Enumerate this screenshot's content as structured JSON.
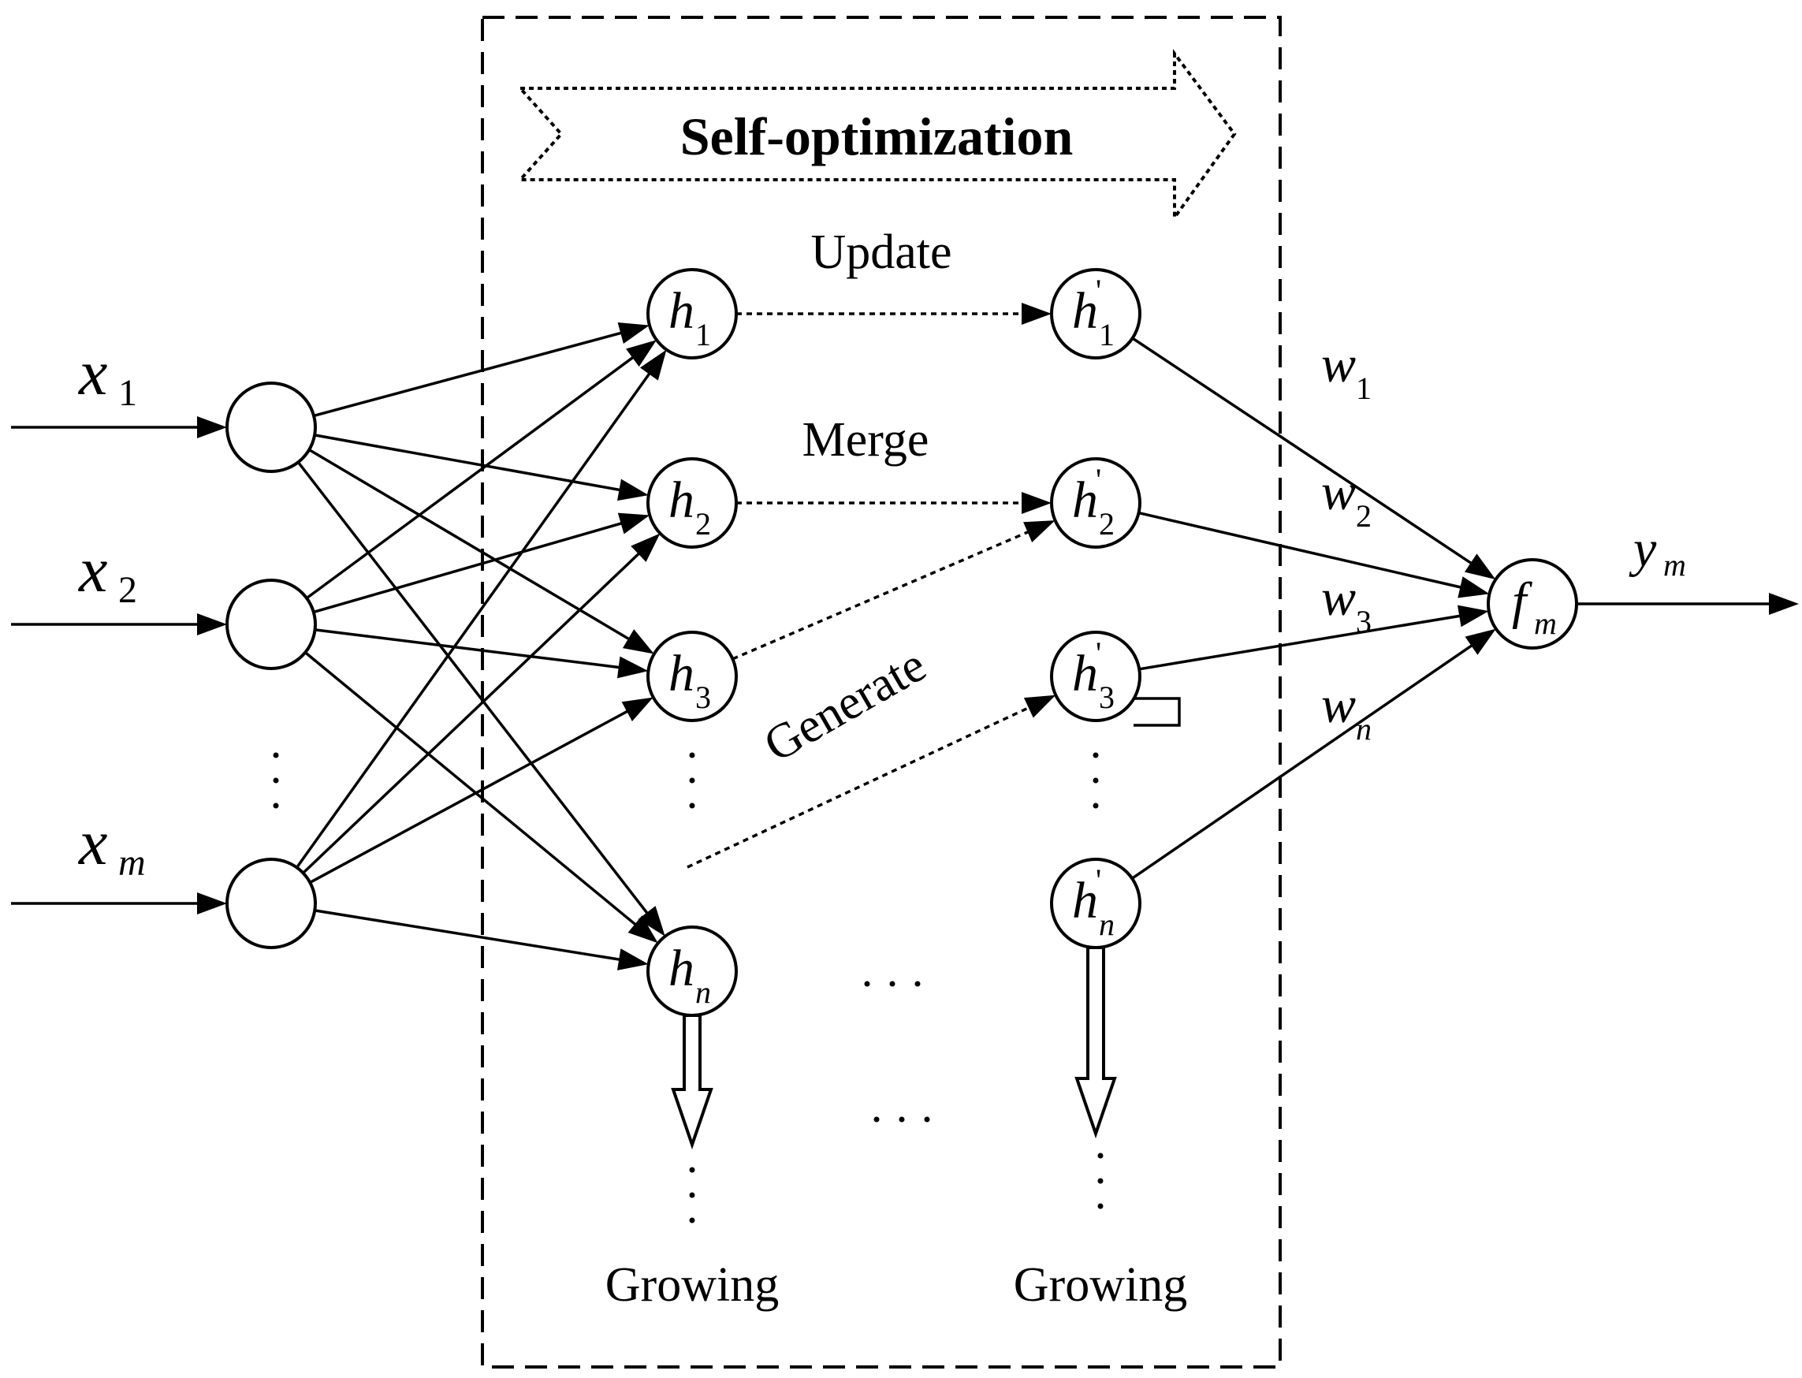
{
  "diagram": {
    "banner_label": "Self-optimization",
    "inputs": [
      {
        "var": "x",
        "sub": "1",
        "sub_italic": false
      },
      {
        "var": "x",
        "sub": "2",
        "sub_italic": false
      },
      {
        "var": "x",
        "sub": "m",
        "sub_italic": true
      }
    ],
    "hidden": [
      {
        "var": "h",
        "sub": "1",
        "sub_italic": false
      },
      {
        "var": "h",
        "sub": "2",
        "sub_italic": false
      },
      {
        "var": "h",
        "sub": "3",
        "sub_italic": false
      },
      {
        "var": "h",
        "sub": "n",
        "sub_italic": true
      }
    ],
    "hidden_prime": [
      {
        "var": "h",
        "prime": "'",
        "sub": "1",
        "sub_italic": false
      },
      {
        "var": "h",
        "prime": "'",
        "sub": "2",
        "sub_italic": false
      },
      {
        "var": "h",
        "prime": "'",
        "sub": "3",
        "sub_italic": false
      },
      {
        "var": "h",
        "prime": "'",
        "sub": "n",
        "sub_italic": true
      }
    ],
    "output_node": {
      "var": "f",
      "sub": "m"
    },
    "output_label": {
      "var": "y",
      "sub": "m"
    },
    "weights": [
      {
        "var": "w",
        "sub": "1",
        "sub_italic": false
      },
      {
        "var": "w",
        "sub": "2",
        "sub_italic": false
      },
      {
        "var": "w",
        "sub": "3",
        "sub_italic": false
      },
      {
        "var": "w",
        "sub": "n",
        "sub_italic": true
      }
    ],
    "operations": {
      "update": "Update",
      "merge": "Merge",
      "generate": "Generate"
    },
    "growing_left": "Growing",
    "growing_right": "Growing",
    "ellipsis_vertical": "· · ·",
    "ellipsis_horizontal": "· · ·"
  }
}
